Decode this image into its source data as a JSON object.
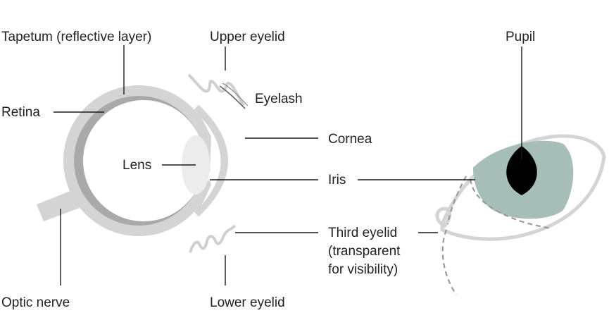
{
  "colors": {
    "background": "#ffffff",
    "sclera": "#d4d4d4",
    "retina": "#a9a9a9",
    "lens": "#ececec",
    "iris": "#a6bdb9",
    "pupil": "#000000",
    "leader_line": "#1a1a1a",
    "text": "#222222",
    "third_eyelid_dash": "#9a9a9a"
  },
  "labels": {
    "tapetum": "Tapetum (reflective layer)",
    "upper_eyelid": "Upper eyelid",
    "eyelash": "Eyelash",
    "retina": "Retina",
    "cornea": "Cornea",
    "lens": "Lens",
    "iris": "Iris",
    "third_eyelid_line1": "Third eyelid",
    "third_eyelid_line2": "(transparent",
    "third_eyelid_line3": "for visibility)",
    "optic_nerve": "Optic nerve",
    "lower_eyelid": "Lower eyelid",
    "pupil": "Pupil"
  },
  "icons": {
    "cross_section": "eye-cross-section",
    "front_view": "cat-eye-front-view"
  }
}
